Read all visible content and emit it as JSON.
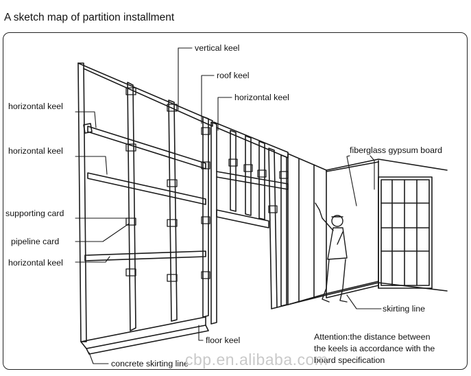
{
  "title": "A sketch map of partition installment",
  "labels": {
    "vertical_keel": "vertical keel",
    "roof_keel": "roof keel",
    "horizontal_keel_top_right": "horizontal keel",
    "horizontal_keel_1": "horizontal keel",
    "horizontal_keel_2": "horizontal keel",
    "supporting_card": "supporting card",
    "pipeline_card": "pipeline card",
    "horizontal_keel_3": "horizontal keel",
    "fiberglass_gypsum_board": "fiberglass gypsum board",
    "skirting_line": "skirting line",
    "floor_keel": "floor keel",
    "concrete_skirting_line": "concrete skirting line"
  },
  "attention": {
    "line1": "Attention:the distance between",
    "line2": "the keels ia accordance with the",
    "line3": "board specification"
  },
  "watermark": "cbp.en.alibaba.com"
}
